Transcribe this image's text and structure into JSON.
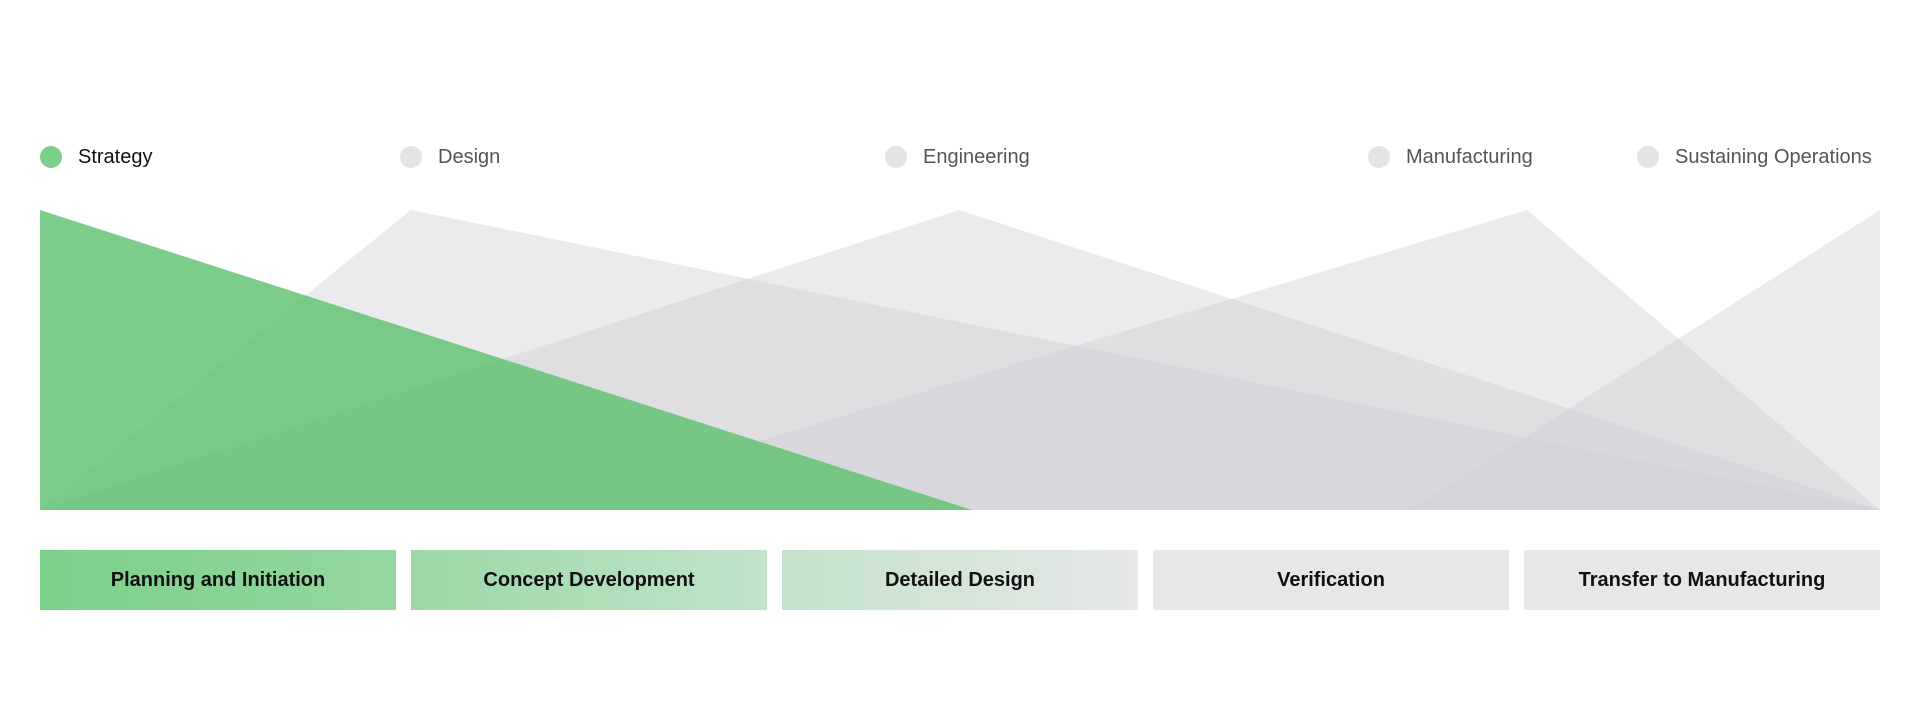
{
  "colors": {
    "active": "#7bcf89",
    "inactive_dot": "#e3e3e6",
    "inactive_fill": "#dcdde0"
  },
  "legend": [
    {
      "label": "Strategy",
      "active": true
    },
    {
      "label": "Design",
      "active": false
    },
    {
      "label": "Engineering",
      "active": false
    },
    {
      "label": "Manufacturing",
      "active": false
    },
    {
      "label": "Sustaining Operations",
      "active": false
    }
  ],
  "phases": [
    {
      "label": "Planning and Initiation"
    },
    {
      "label": "Concept Development"
    },
    {
      "label": "Detailed Design"
    },
    {
      "label": "Verification"
    },
    {
      "label": "Transfer to Manufacturing"
    }
  ]
}
